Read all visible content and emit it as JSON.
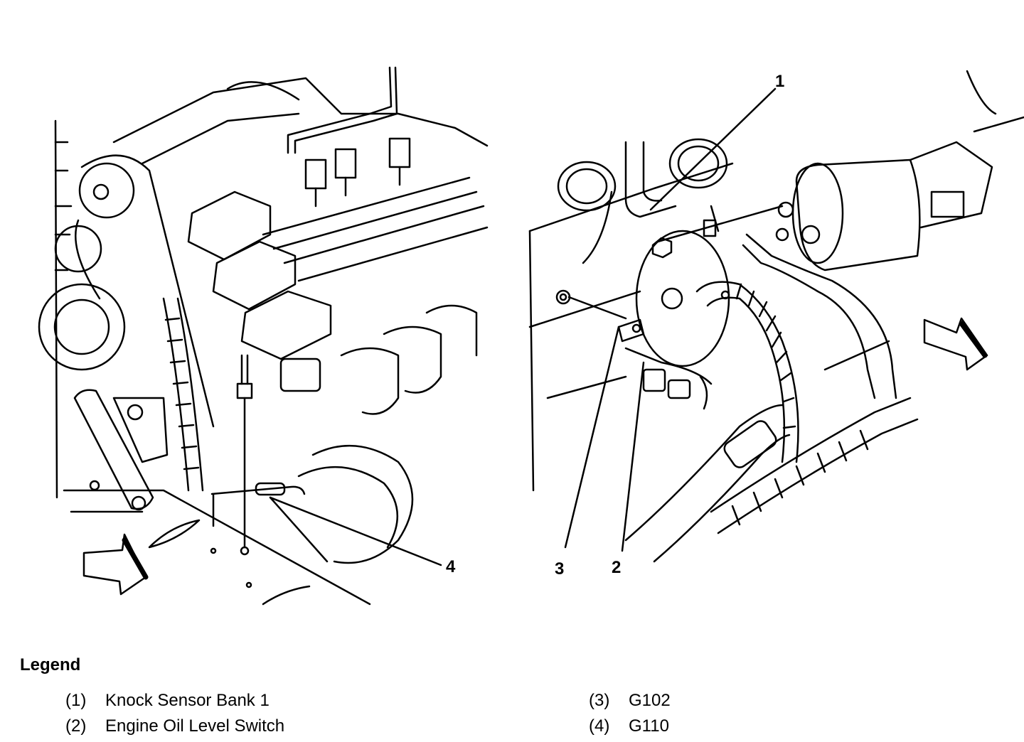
{
  "diagram": {
    "callouts": [
      "1",
      "2",
      "3",
      "4"
    ]
  },
  "legend": {
    "title": "Legend",
    "items": [
      {
        "num": "(1)",
        "label": "Knock Sensor Bank 1"
      },
      {
        "num": "(2)",
        "label": "Engine Oil Level Switch"
      },
      {
        "num": "(3)",
        "label": "G102"
      },
      {
        "num": "(4)",
        "label": "G110"
      }
    ]
  }
}
